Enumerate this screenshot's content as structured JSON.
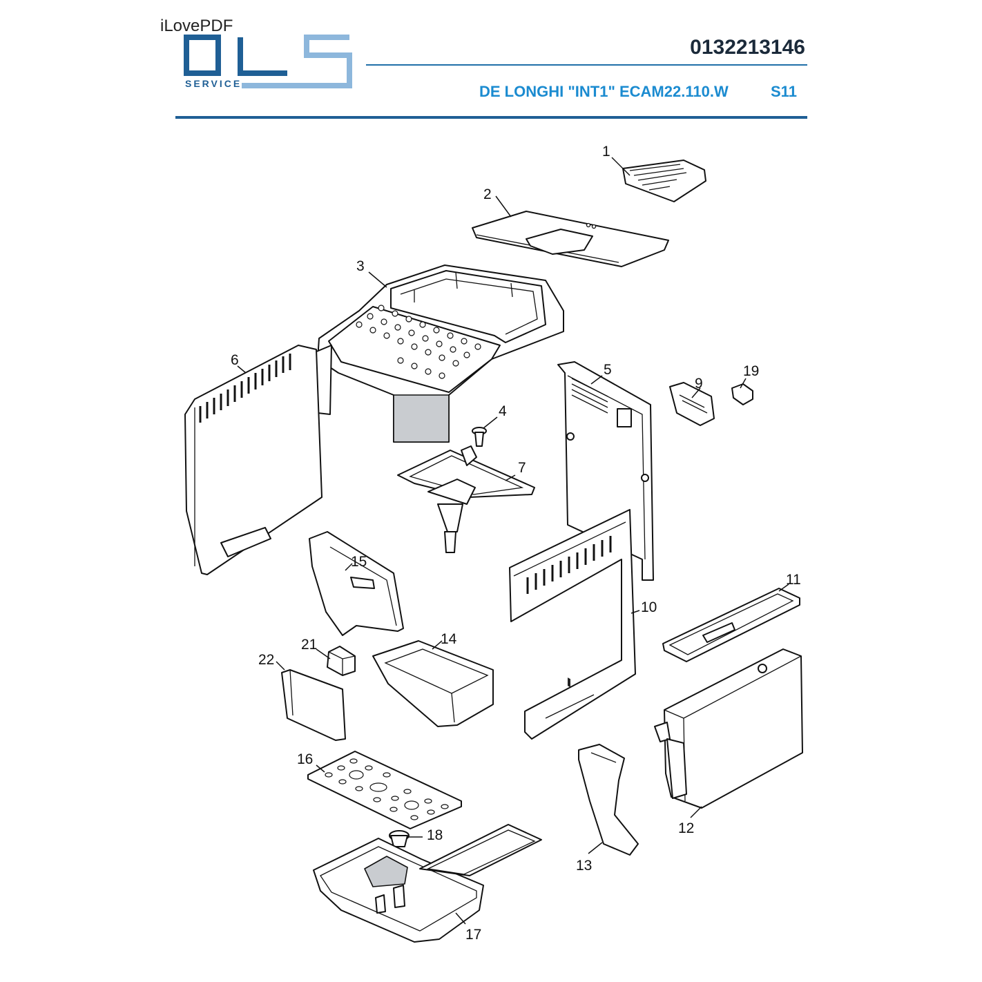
{
  "header": {
    "watermark": "iLovePDF",
    "logo_text": "SERVICE",
    "document_number": "0132213146",
    "model_title": "DE LONGHI \"INT1\" ECAM22.110.W",
    "sheet_code": "S11"
  },
  "colors": {
    "logo_dark": "#1f5f95",
    "logo_light": "#8db7dc",
    "title_blue": "#1b8bd0",
    "rule_blue": "#1f5f95"
  },
  "callouts": [
    "1",
    "2",
    "3",
    "4",
    "5",
    "6",
    "7",
    "9",
    "10",
    "11",
    "12",
    "13",
    "14",
    "15",
    "16",
    "17",
    "18",
    "19",
    "21",
    "22"
  ]
}
